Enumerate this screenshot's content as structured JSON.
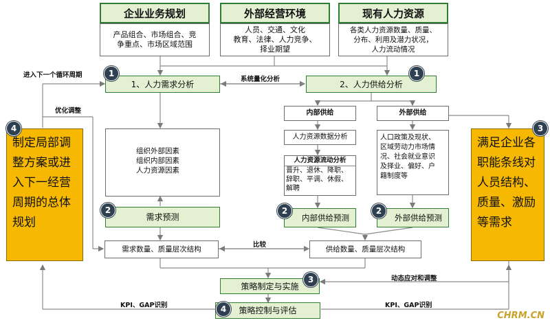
{
  "top": {
    "business": {
      "title": "企业业务规划",
      "body": "产品组合、市场组合、竞\n争重点、市场区域范围"
    },
    "external": {
      "title": "外部经营环境",
      "body": "人员、交通、文化\n教育、法律、人力竞争、\n择业期望"
    },
    "hr": {
      "title": "现有人力资源",
      "body": "各类人力资源数量、质量、\n分布、利用及潜力状况，\n人力流动情况"
    }
  },
  "steps": {
    "demand_analysis": "1、人力需求分析",
    "supply_analysis": "2、人力供给分析",
    "systematic": "系统量化分析",
    "internal_supply": "内部供给",
    "external_supply": "外部供给",
    "hr_data": "人力资源数据分析",
    "flow_title": "人力资源流动分析",
    "flow_body": "晋升、退休、降职、\n辞职、平调、休假、\n解聘",
    "external_factors": "人口政策及现状、\n区域劳动力市场情\n况、社会就业意识\n及择业、偏好、户\n籍制度等",
    "org_factors": "组织外部因素\n组织内部因素\n人力资源因素",
    "demand_forecast": "需求预测",
    "internal_forecast": "内部供给预测",
    "external_forecast": "外部供给预测",
    "demand_structure": "需求数量、质量层次结构",
    "supply_structure": "供给数量、质量层次结构",
    "compare": "比较",
    "strategy": "策略制定与实施",
    "control": "策略控制与评估",
    "dynamic": "动态应对和调整",
    "kpi_left": "KPI、GAP识别",
    "kpi_right": "KPI、GAP识别",
    "next_cycle": "进入下一个循环周期",
    "optimize": "优化调整"
  },
  "side": {
    "left": "制定局部调\n整方案或进\n入下一经营\n周期的总体\n规划",
    "right": "满足企业各\n职能条线对\n人员结构、\n质量、激励\n等需求"
  },
  "badges": {
    "b1a": "1",
    "b1b": "1",
    "b2a": "2",
    "b2b": "2",
    "b2c": "2",
    "b3a": "3",
    "b3b": "3",
    "b4a": "4",
    "b4b": "4"
  },
  "watermark": "CHRM.CN"
}
